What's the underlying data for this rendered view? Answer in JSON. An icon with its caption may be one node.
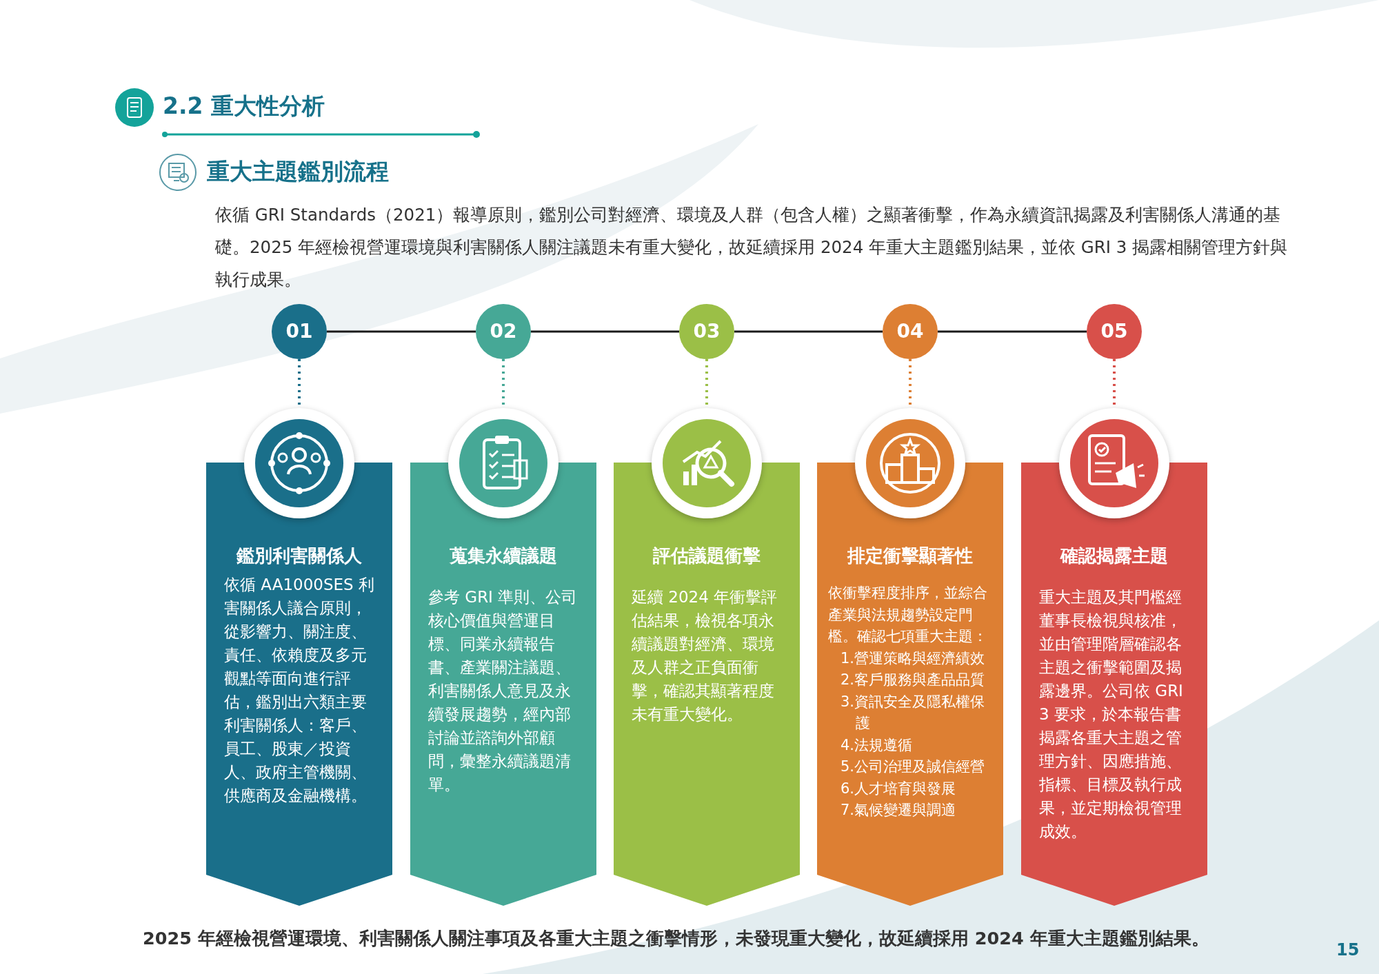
{
  "diagram": {
    "title": "2.2 重大性分析",
    "nodes": [
      {
        "text": [
          "01"
        ]
      },
      {
        "text": [
          "02"
        ]
      },
      {
        "text": [
          "03"
        ]
      },
      {
        "text": [
          "04"
        ]
      },
      {
        "text": [
          "05"
        ]
      },
      {
        "text": [
          "鑑別利害關係人",
          "依循 AA1000SES 利害關係人議合原則，從影響力、關注度、責任、依賴度及多元觀點等面向進行評估，鑑別出六類主要利害關係人：客戶、員工、股東／投資人、政府主管機關、供應商及金融機構。"
        ]
      },
      {
        "text": [
          "蒐集永續議題",
          "參考 GRI 準則、公司核心價值與營運目標、同業永續報告書、產業關注議題、利害關係人意見及永續發展趨勢，經內部討論並諮詢外部顧問，彙整永續議題清單。"
        ]
      },
      {
        "text": [
          "評估議題衝擊",
          "延續 2024 年衝擊評估結果，檢視各項永續議題對經濟、環境及人群之正負面衝擊，確認其顯著程度未有重大變化。"
        ]
      },
      {
        "text": [
          "排定衝擊顯著性",
          "依衝擊程度排序，並綜合產業與法規趨勢設定門檻。確認七項重大主題：",
          "1.營運策略與經濟績效",
          "2.客戶服務與產品品質",
          "3.資訊安全及隱私權保護",
          "4.法規遵循",
          "5.公司治理及誠信經營",
          "6.人才培育與發展",
          "7.氣候變遷與調適"
        ]
      },
      {
        "text": [
          "確認揭露主題",
          "重大主題及其門檻經董事長檢視與核准，並由管理階層確認各主題之衝擊範圍及揭露邊界。公司依 GRI 3 要求，於本報告書揭露各重大主題之管理方針、因應措施、指標、目標及執行成果，並定期檢視管理成效。"
        ]
      },
      {
        "text": [],
        "shape": "circle"
      },
      {
        "text": [],
        "shape": "circle"
      },
      {
        "text": [],
        "shape": "circle"
      },
      {
        "text": [],
        "shape": "circle"
      },
      {
        "text": [],
        "shape": "circle"
      }
    ],
    "edges": [
      {
        "from": 0,
        "to": 1,
        "arrow": "none"
      },
      {
        "from": 1,
        "to": 2,
        "arrow": "none"
      },
      {
        "from": 2,
        "to": 3,
        "arrow": "none"
      },
      {
        "from": 3,
        "to": 4,
        "arrow": "none"
      },
      {
        "from": 0,
        "to": 10,
        "arrow": "none",
        "style": "dashed",
        "color": "#1a6f8a"
      },
      {
        "from": 1,
        "to": 11,
        "arrow": "none",
        "style": "dashed",
        "color": "#46a896"
      },
      {
        "from": 2,
        "to": 12,
        "arrow": "none",
        "style": "dashed",
        "color": "#9bbf47"
      },
      {
        "from": 3,
        "to": 13,
        "arrow": "none",
        "style": "dashed",
        "color": "#dd7f33"
      },
      {
        "from": 4,
        "to": 14,
        "arrow": "none",
        "style": "dashed",
        "color": "#d8504a"
      }
    ],
    "labels": [
      "重大主題鑑別流程",
      "依循 GRI Standards（2021）報導原則，鑑別公司對經濟、環境及人群（包含人權）之顯著衝擊，作為永續資訊揭露及利害關係人溝通的基礎。2025 年經檢視營運環境與利害關係人關注議題未有重大變化，故延續採用 2024 年重大主題鑑別結果，並依 GRI 3 揭露相關管理方針與執行成果。",
      "2025 年經檢視營運環境、利害關係人關注事項及各重大主題之衝擊情形，未發現重大變化，故延續採用 2024 年重大主題鑑別結果。",
      "15"
    ]
  }
}
